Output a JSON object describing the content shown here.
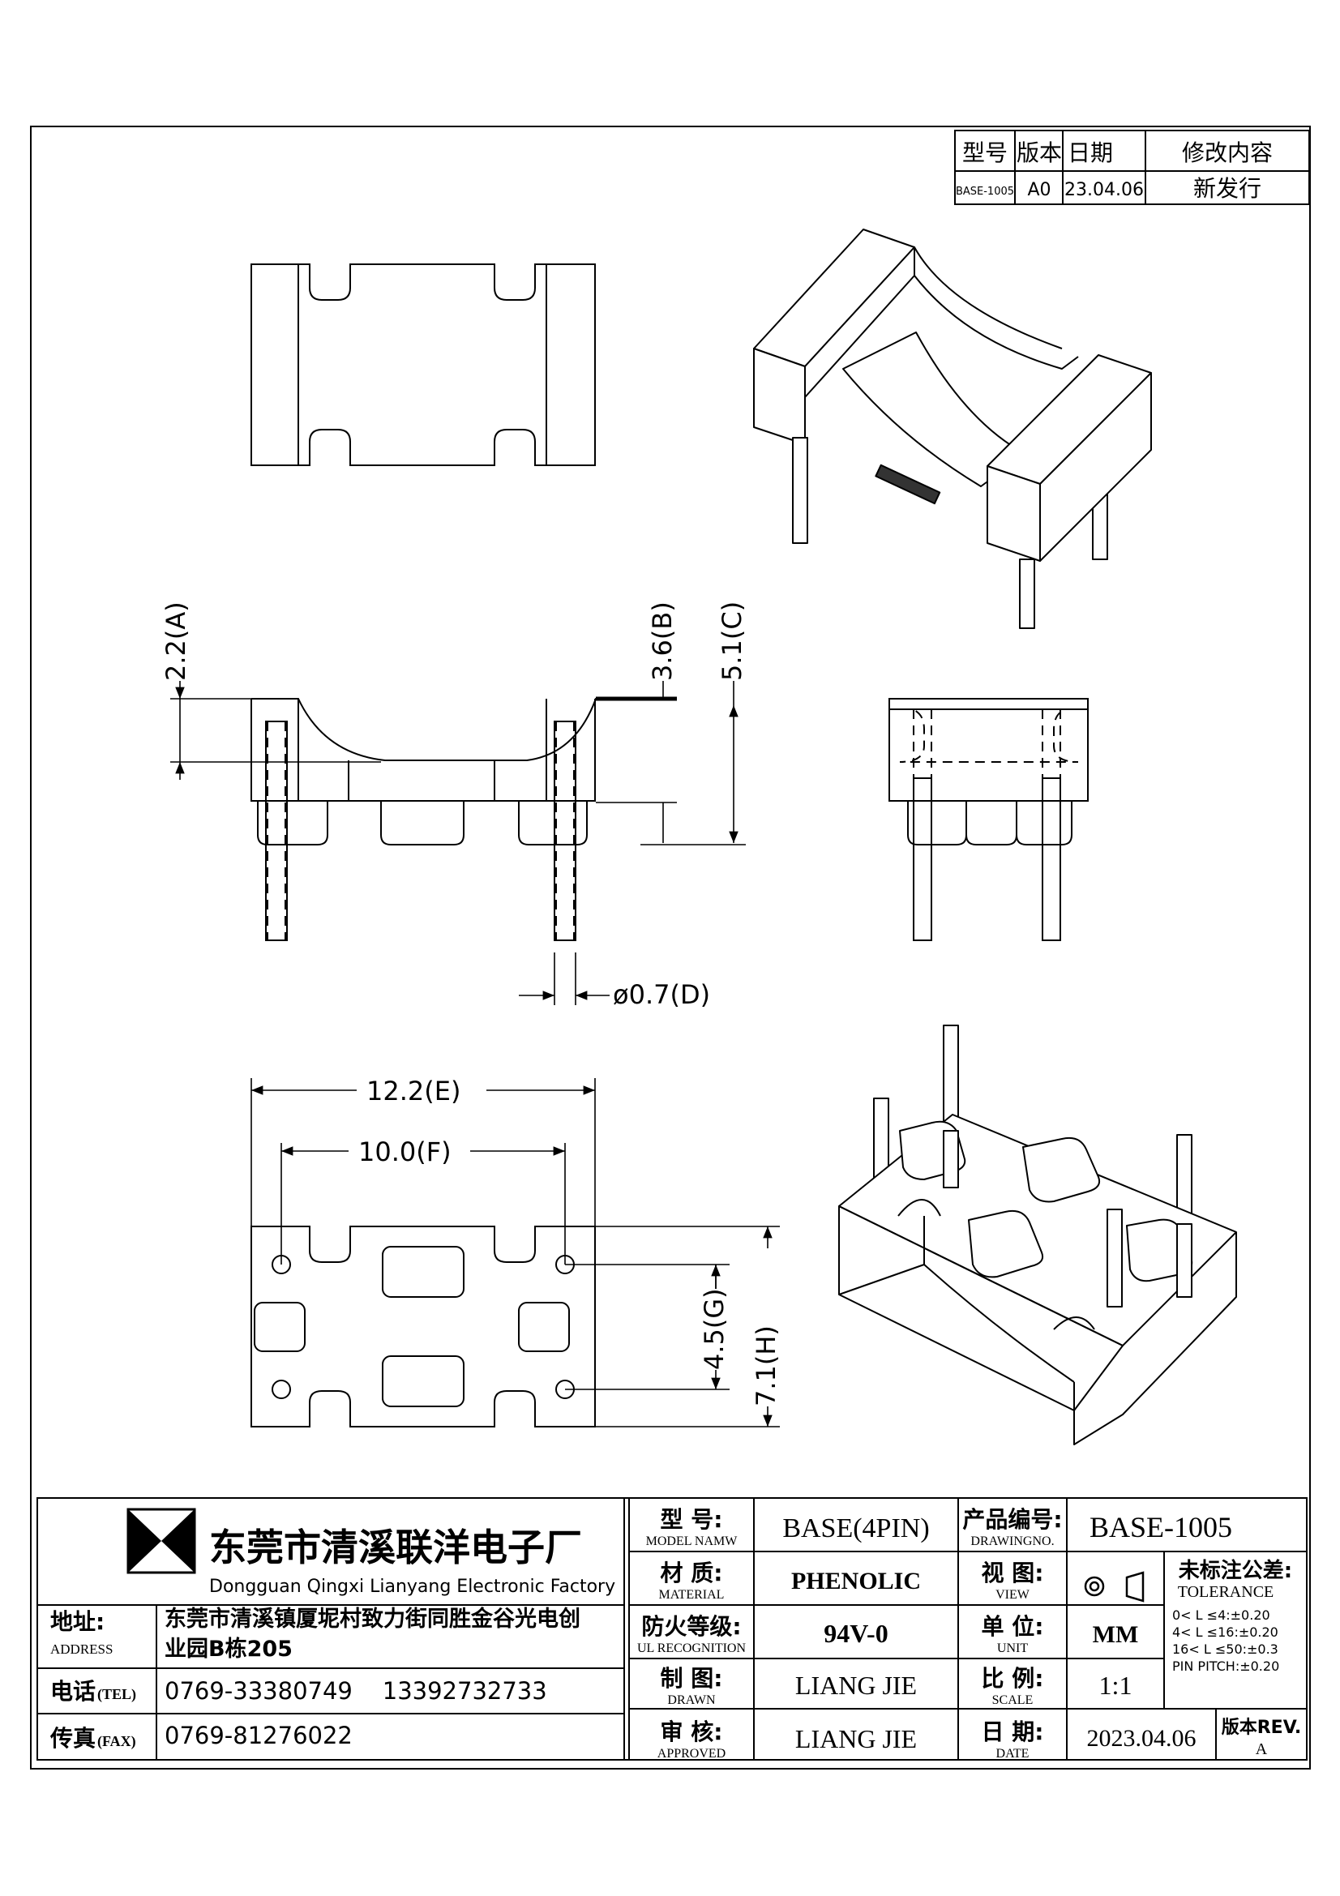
{
  "revision_table": {
    "headers": [
      "型号",
      "版本",
      "日期",
      "修改内容"
    ],
    "row": {
      "model": "BASE-1005",
      "version": "A0",
      "date": "23.04.06",
      "change": "新发行"
    }
  },
  "dimensions": {
    "a": "2.2(A)",
    "b": "3.6(B)",
    "c": "5.1(C)",
    "d": "ø0.7(D)",
    "e": "12.2(E)",
    "f": "10.0(F)",
    "g": "4.5(G)",
    "h": "7.1(H)"
  },
  "title_block": {
    "company_cn": "东莞市清溪联洋电子厂",
    "company_en": "Dongguan Qingxi Lianyang Electronic Factory",
    "address_label_cn": "地址:",
    "address_label_en": "ADDRESS",
    "address_line1": "东莞市清溪镇厦坭村致力街同胜金谷光电创",
    "address_line2": "业园B栋205",
    "tel_label_cn": "电话",
    "tel_label_en": "(TEL)",
    "tel_value": "0769-33380749    13392732733",
    "fax_label_cn": "传真",
    "fax_label_en": "(FAX)",
    "fax_value": "0769-81276022",
    "model_label_cn": "型  号:",
    "model_label_en": "MODEL NAMW",
    "model_value": "BASE(4PIN)",
    "drawing_no_label_cn": "产品编号:",
    "drawing_no_label_en": "DRAWINGNO.",
    "drawing_no_value": "BASE-1005",
    "material_label_cn": "材  质:",
    "material_label_en": "MATERIAL",
    "material_value": "PHENOLIC",
    "view_label_cn": "视  图:",
    "view_label_en": "VIEW",
    "ul_label_cn": "防火等级:",
    "ul_label_en": "UL RECOGNITION",
    "ul_value": "94V-0",
    "unit_label_cn": "单  位:",
    "unit_label_en": "UNIT",
    "unit_value": "MM",
    "drawn_label_cn": "制  图:",
    "drawn_label_en": "DRAWN",
    "drawn_value": "LIANG JIE",
    "scale_label_cn": "比  例:",
    "scale_label_en": "SCALE",
    "scale_value": "1:1",
    "approved_label_cn": "审  核:",
    "approved_label_en": "APPROVED",
    "approved_value": "LIANG JIE",
    "date_label_cn": "日  期:",
    "date_label_en": "DATE",
    "date_value": "2023.04.06",
    "rev_label": "版本REV.",
    "rev_value": "A",
    "tolerance_title_cn": "未标注公差:",
    "tolerance_title_en": "TOLERANCE",
    "tolerance_lines": [
      "0< L ≤4:±0.20",
      "4< L ≤16:±0.20",
      "16< L ≤50:±0.3",
      "PIN PITCH:±0.20"
    ]
  }
}
